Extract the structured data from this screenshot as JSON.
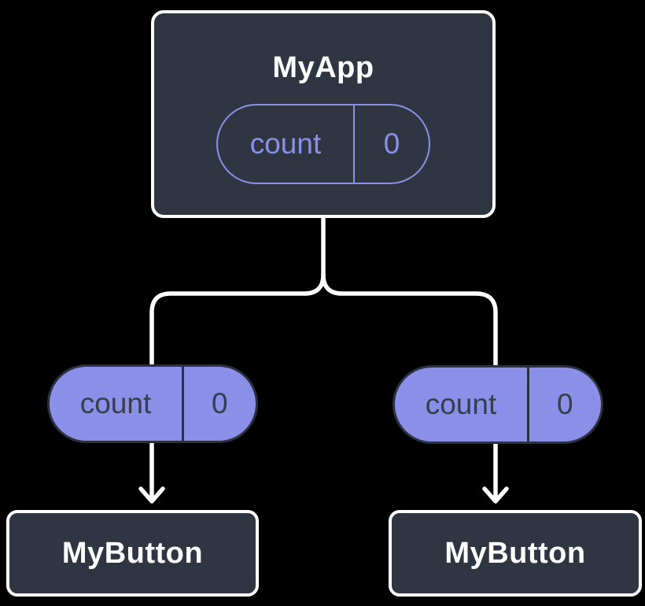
{
  "diagram": {
    "description": "Component state tree diagram",
    "colors": {
      "background": "#000000",
      "node_fill": "#2f3642",
      "node_border": "#ffffff",
      "accent_purple": "#8a90e8",
      "pill_dark_text": "#363d4c",
      "pill_dark_border": "#2b313e",
      "connector": "#ffffff"
    },
    "root_node": {
      "title": "MyApp",
      "state_pill": {
        "name": "count",
        "value": "0"
      }
    },
    "prop_pills": [
      {
        "name": "count",
        "value": "0"
      },
      {
        "name": "count",
        "value": "0"
      }
    ],
    "child_nodes": [
      {
        "title": "MyButton"
      },
      {
        "title": "MyButton"
      }
    ]
  }
}
